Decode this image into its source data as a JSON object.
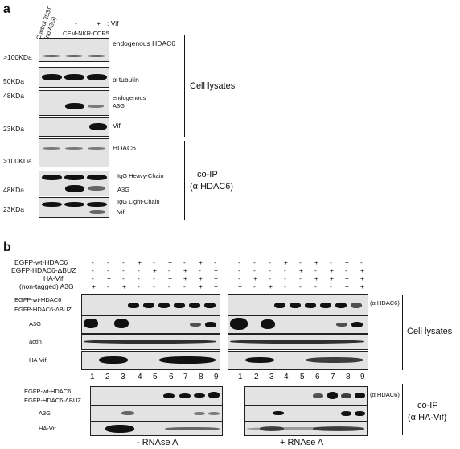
{
  "panel_a": {
    "letter": "a",
    "col_control": "Control 293T",
    "col_control_sub": "(no A3G)",
    "col_minus": "-",
    "col_plus": "+",
    "vif_label": ": Vif",
    "cell_line": "CEM-NKR-CCR5",
    "rows": [
      {
        "marker": "",
        "label": "endogenous HDAC6"
      },
      {
        "marker": ">100KDa",
        "label": ""
      },
      {
        "marker": "50KDa",
        "label": "α-tubulin"
      },
      {
        "marker": "48KDa",
        "label": "endogenous"
      },
      {
        "marker": "",
        "label": "A3G"
      },
      {
        "marker": "23KDa",
        "label": "Vif"
      }
    ],
    "group_cell_lysates": "Cell lysates",
    "coip_rows": [
      {
        "marker": ">100KDa",
        "label": "HDAC6"
      },
      {
        "marker": "",
        "label": "IgG Heavy-Chain"
      },
      {
        "marker": "48KDa",
        "label": "A3G"
      },
      {
        "marker": "",
        "label": "IgG Light-Chain"
      },
      {
        "marker": "23KDa",
        "label": "Vif"
      }
    ],
    "group_coip_1": "co-IP",
    "group_coip_2": "(α HDAC6)"
  },
  "panel_b": {
    "letter": "b",
    "condition_rows": [
      {
        "label": "EGFP-wt-HDAC6",
        "left": [
          "-",
          "-",
          "-",
          "+",
          "-",
          "+",
          "-",
          "+",
          "-"
        ],
        "right": [
          "-",
          "-",
          "-",
          "+",
          "-",
          "+",
          "-",
          "+",
          "-"
        ]
      },
      {
        "label": "EGFP-HDAC6-ΔBUZ",
        "left": [
          "-",
          "-",
          "-",
          "-",
          "+",
          "-",
          "+",
          "-",
          "+"
        ],
        "right": [
          "-",
          "-",
          "-",
          "-",
          "+",
          "-",
          "+",
          "-",
          "+"
        ]
      },
      {
        "label": "HA-Vif",
        "left": [
          "-",
          "+",
          "-",
          "-",
          "-",
          "+",
          "+",
          "+",
          "+"
        ],
        "right": [
          "-",
          "+",
          "-",
          "-",
          "-",
          "+",
          "+",
          "+",
          "+"
        ]
      },
      {
        "label": "(non-tagged) A3G",
        "left": [
          "+",
          "-",
          "+",
          "-",
          "-",
          "-",
          "-",
          "+",
          "+"
        ],
        "right": [
          "+",
          "-",
          "+",
          "-",
          "-",
          "-",
          "-",
          "+",
          "+"
        ]
      }
    ],
    "lysate_labels": [
      "EGFP-wt-HDAC6",
      "EGFP-HDAC6-ΔBUZ",
      "A3G",
      "actin",
      "HA-Vif"
    ],
    "alpha_hdac6": "(α HDAC6)",
    "group_cell_lysates": "Cell lysates",
    "lanes": [
      "1",
      "2",
      "3",
      "4",
      "5",
      "6",
      "7",
      "8",
      "9"
    ],
    "coip_labels": [
      "EGFP-wt-HDAC6",
      "EGFP-HDAC6-ΔBUZ",
      "A3G",
      "HA-Vif"
    ],
    "alpha_hdac6_coip": "(α HDAC6)",
    "group_coip_1": "co-IP",
    "group_coip_2": "(α HA-Vif)",
    "minus_rnase": "- RNAse A",
    "plus_rnase": "+ RNAse A"
  }
}
